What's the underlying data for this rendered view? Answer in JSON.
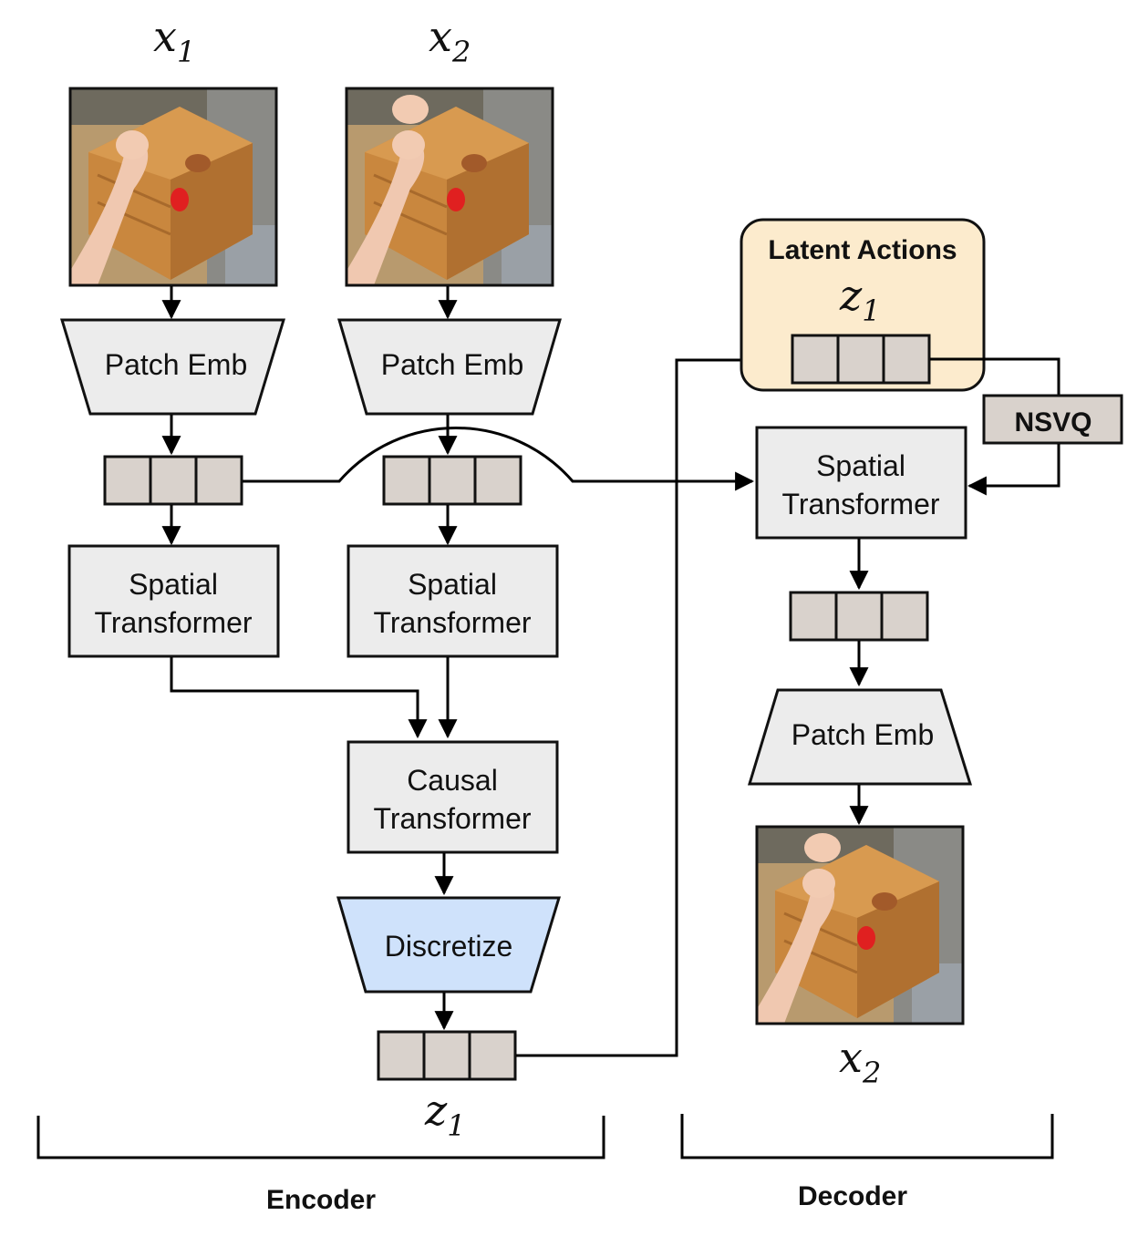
{
  "inputs": {
    "x1_label": "x",
    "x1_sub": "1",
    "x2_label": "x",
    "x2_sub": "2"
  },
  "encoder": {
    "patch_emb_1": "Patch Emb",
    "patch_emb_2": "Patch Emb",
    "spatial_1_line1": "Spatial",
    "spatial_1_line2": "Transformer",
    "spatial_2_line1": "Spatial",
    "spatial_2_line2": "Transformer",
    "causal_line1": "Causal",
    "causal_line2": "Transformer",
    "discretize": "Discretize",
    "z_label": "z",
    "z_sub": "1",
    "section_label": "Encoder"
  },
  "latent_actions": {
    "title": "Latent Actions",
    "z_label": "z",
    "z_sub": "1",
    "nsvq": "NSVQ"
  },
  "decoder": {
    "spatial_line1": "Spatial",
    "spatial_line2": "Transformer",
    "patch_emb": "Patch Emb",
    "output_label": "x",
    "output_sub": "2",
    "section_label": "Decoder"
  },
  "colors": {
    "block_fill": "#ececec",
    "token_fill": "#d9d2cc",
    "discretize_fill": "#cfe2fb",
    "latent_fill": "#fcebcd",
    "stroke": "#111111"
  },
  "image_descriptions": {
    "frame_x1": "kitchen-frame-hand-reaching",
    "frame_x2": "kitchen-frame-hand-raised",
    "frame_x2_recon": "kitchen-frame-reconstructed"
  }
}
